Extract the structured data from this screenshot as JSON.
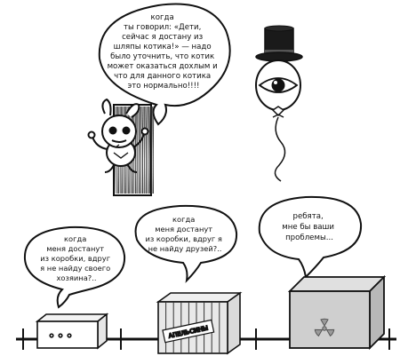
{
  "bubbles": {
    "top": {
      "lines": [
        "когда",
        "ты говорил: «Дети,",
        "сейчас я достану из",
        "шляпы котика!» — надо",
        "было уточнить, что котик",
        "может оказаться дохлым и",
        "что для данного котика",
        "это нормально!!!!"
      ]
    },
    "left_box": {
      "lines": [
        "когда",
        "меня достанут",
        "из коробки, вдруг",
        "я не найду своего",
        "хозяина?.."
      ]
    },
    "middle_box": {
      "lines": [
        "когда",
        "меня достанут",
        "из коробки, вдруг я",
        "не найду друзей?.."
      ]
    },
    "right_box": {
      "lines": [
        "ребята,",
        "мне бы ваши",
        "проблемы..."
      ]
    }
  },
  "boxes": {
    "middle_label": "АПЕЛЬСИНЫ"
  },
  "colors": {
    "ink": "#111111",
    "paper": "#ffffff",
    "box_right_fill": "#cfcfcf",
    "box_mid_fill": "#e4e4e4",
    "hat": "#1a1a1a"
  }
}
